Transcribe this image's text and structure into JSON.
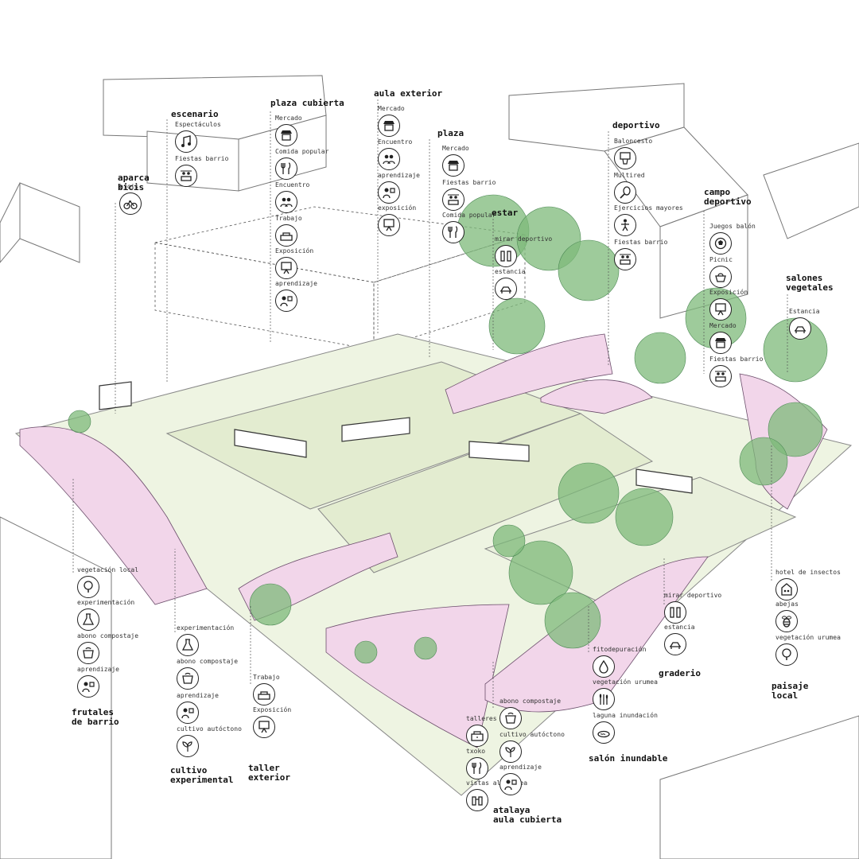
{
  "colors": {
    "tree": "#7dba7a",
    "tree_dark": "#4e8a56",
    "plaza": "#e7efd8",
    "flowers": "#c65aa8",
    "line": "#6f6f6f"
  },
  "groups": [
    {
      "id": "escenario",
      "title": [
        "escenario"
      ],
      "items": [
        {
          "label": "Espectáculos",
          "icon": "music-icon"
        },
        {
          "label": "Fiestas barrio",
          "icon": "celebration-icon"
        }
      ]
    },
    {
      "id": "aparca-bicis",
      "title": [
        "aparca",
        "bicis"
      ],
      "items": [
        {
          "label": "bicis",
          "icon": "bicycle-icon"
        }
      ]
    },
    {
      "id": "plaza-cubierta",
      "title": [
        "plaza cubierta"
      ],
      "items": [
        {
          "label": "Mercado",
          "icon": "market-icon"
        },
        {
          "label": "Comida popular",
          "icon": "cutlery-icon"
        },
        {
          "label": "Encuentro",
          "icon": "meeting-icon"
        },
        {
          "label": "Trabajo",
          "icon": "work-icon"
        },
        {
          "label": "Exposición",
          "icon": "exhibition-icon"
        },
        {
          "label": "aprendizaje",
          "icon": "learning-icon"
        }
      ]
    },
    {
      "id": "aula-exterior",
      "title": [
        "aula exterior"
      ],
      "items": [
        {
          "label": "Mercado",
          "icon": "market-icon"
        },
        {
          "label": "Encuentro",
          "icon": "meeting-icon"
        },
        {
          "label": "aprendizaje",
          "icon": "learning-icon"
        },
        {
          "label": "exposición",
          "icon": "exhibition-icon"
        }
      ]
    },
    {
      "id": "plaza",
      "title": [
        "plaza"
      ],
      "items": [
        {
          "label": "Mercado",
          "icon": "market-icon"
        },
        {
          "label": "Fiestas barrio",
          "icon": "celebration-icon"
        },
        {
          "label": "Comida popular",
          "icon": "cutlery-icon"
        }
      ]
    },
    {
      "id": "estar",
      "title": [
        "estar"
      ],
      "items": [
        {
          "label": "mirar deportivo",
          "icon": "watch-sport-icon"
        },
        {
          "label": "estancia",
          "icon": "rest-icon"
        }
      ]
    },
    {
      "id": "deportivo",
      "title": [
        "deportivo"
      ],
      "items": [
        {
          "label": "Baloncesto",
          "icon": "basketball-icon"
        },
        {
          "label": "Multired",
          "icon": "racket-icon"
        },
        {
          "label": "Ejercicios mayores",
          "icon": "elderly-exercise-icon"
        },
        {
          "label": "Fiestas barrio",
          "icon": "celebration-icon"
        }
      ]
    },
    {
      "id": "campo-deportivo",
      "title": [
        "campo",
        "deportivo"
      ],
      "items": [
        {
          "label": "Juegos balón",
          "icon": "ball-icon"
        },
        {
          "label": "Picnic",
          "icon": "picnic-icon"
        },
        {
          "label": "Exposición",
          "icon": "exhibition-icon"
        },
        {
          "label": "Mercado",
          "icon": "market-icon"
        },
        {
          "label": "Fiestas barrio",
          "icon": "celebration-icon"
        }
      ]
    },
    {
      "id": "salones-vegetales",
      "title": [
        "salones",
        "vegetales"
      ],
      "items": [
        {
          "label": "Estancia",
          "icon": "rest-icon"
        }
      ]
    },
    {
      "id": "frutales-de-barrio",
      "title": [
        "frutales",
        "de barrio"
      ],
      "items": [
        {
          "label": "vegetación local",
          "icon": "tree-icon"
        },
        {
          "label": "experimentación",
          "icon": "flask-icon"
        },
        {
          "label": "abono compostaje",
          "icon": "compost-icon"
        },
        {
          "label": "aprendizaje",
          "icon": "learning-icon"
        }
      ]
    },
    {
      "id": "cultivo-experimental",
      "title": [
        "cultivo",
        "experimental"
      ],
      "items": [
        {
          "label": "experimentación",
          "icon": "flask-icon"
        },
        {
          "label": "abono compostaje",
          "icon": "compost-icon"
        },
        {
          "label": "aprendizaje",
          "icon": "learning-icon"
        },
        {
          "label": "cultivo autóctono",
          "icon": "plant-icon"
        }
      ]
    },
    {
      "id": "taller-exterior",
      "title": [
        "taller",
        "exterior"
      ],
      "items": [
        {
          "label": "Trabajo",
          "icon": "work-icon"
        },
        {
          "label": "Exposición",
          "icon": "exhibition-icon"
        }
      ]
    },
    {
      "id": "atalaya-aula-cubierta",
      "title": [
        "atalaya",
        "aula cubierta"
      ],
      "items": [
        {
          "label": "talleres",
          "icon": "workshop-icon"
        },
        {
          "label": "txoko",
          "icon": "cutlery-icon"
        },
        {
          "label": "vistas al Urumea",
          "icon": "binoculars-icon"
        },
        {
          "label": "abono compostaje",
          "icon": "compost-icon"
        },
        {
          "label": "cultivo autóctono",
          "icon": "plant-icon"
        },
        {
          "label": "aprendizaje",
          "icon": "learning-icon"
        }
      ]
    },
    {
      "id": "salon-inundable",
      "title": [
        "salón inundable"
      ],
      "items": [
        {
          "label": "fitodepuración",
          "icon": "water-filter-icon"
        },
        {
          "label": "vegetación urumea",
          "icon": "reed-icon"
        },
        {
          "label": "laguna inundación",
          "icon": "pond-icon"
        }
      ]
    },
    {
      "id": "graderio",
      "title": [
        "graderio"
      ],
      "items": [
        {
          "label": "mirar deportivo",
          "icon": "watch-sport-icon"
        },
        {
          "label": "estancia",
          "icon": "rest-icon"
        }
      ]
    },
    {
      "id": "paisaje-local",
      "title": [
        "paisaje",
        "local"
      ],
      "items": [
        {
          "label": "hotel de insectos",
          "icon": "insect-hotel-icon"
        },
        {
          "label": "abejas",
          "icon": "bee-icon"
        },
        {
          "label": "vegetación urumea",
          "icon": "tree-icon"
        }
      ]
    }
  ]
}
